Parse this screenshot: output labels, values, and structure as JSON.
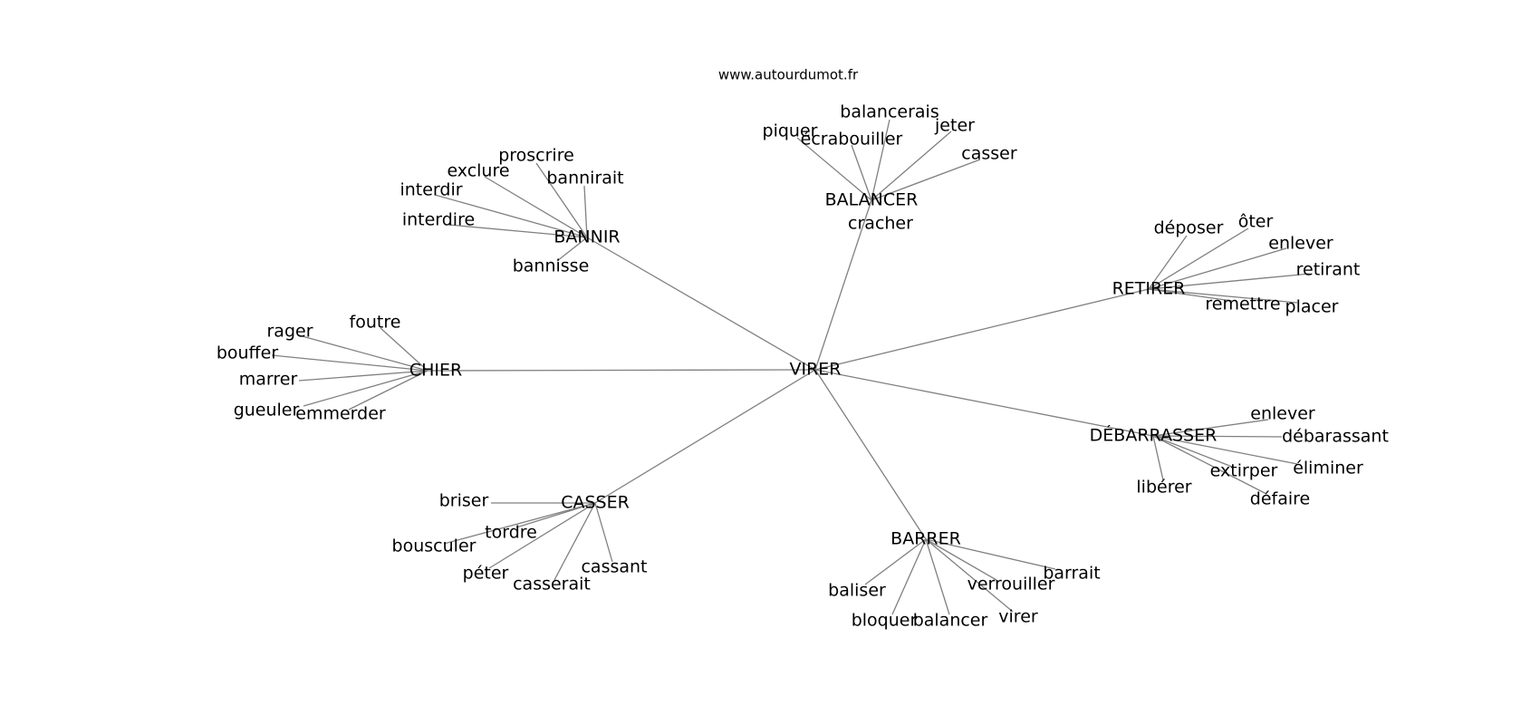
{
  "source_label": "www.autourdumot.fr",
  "colors": {
    "edge": "#808080",
    "text": "#000000",
    "background": "#ffffff"
  },
  "center": "VIRER",
  "clusters": [
    {
      "hub": "BANNIR",
      "words": [
        "proscrire",
        "exclure",
        "bannirait",
        "interdir",
        "interdire",
        "bannisse"
      ]
    },
    {
      "hub": "BALANCER",
      "words": [
        "balancerais",
        "piquer",
        "écrabouiller",
        "jeter",
        "casser",
        "cracher"
      ]
    },
    {
      "hub": "RETIRER",
      "words": [
        "déposer",
        "ôter",
        "enlever",
        "retirant",
        "remettre",
        "placer"
      ]
    },
    {
      "hub": "CHIER",
      "words": [
        "foutre",
        "rager",
        "bouffer",
        "marrer",
        "gueuler",
        "emmerder"
      ]
    },
    {
      "hub": "DÉBARRASSER",
      "words": [
        "enlever",
        "débarassant",
        "éliminer",
        "extirper",
        "libérer",
        "défaire"
      ]
    },
    {
      "hub": "CASSER",
      "words": [
        "briser",
        "tordre",
        "bousculer",
        "péter",
        "casserait",
        "cassant"
      ]
    },
    {
      "hub": "BARRER",
      "words": [
        "barrait",
        "verrouiller",
        "baliser",
        "bloquer",
        "balancer",
        "virer"
      ]
    }
  ]
}
